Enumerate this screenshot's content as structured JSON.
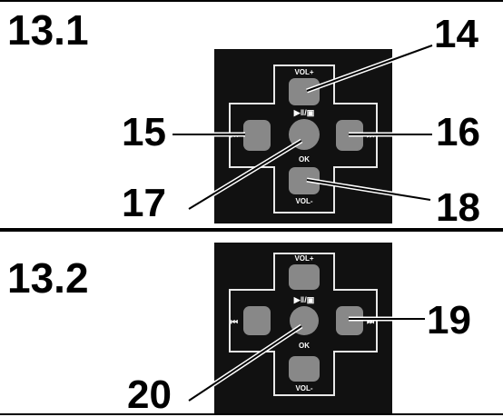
{
  "panels": [
    {
      "section_label": "13.1",
      "callouts": {
        "c14": "14",
        "c15": "15",
        "c16": "16",
        "c17": "17",
        "c18": "18"
      },
      "pad": {
        "vol_up": "VOL+",
        "vol_down": "VOL-",
        "play": "▶‖/▣",
        "ok": "OK",
        "prev": "⏮",
        "next": "⏭"
      }
    },
    {
      "section_label": "13.2",
      "callouts": {
        "c19": "19",
        "c20": "20"
      },
      "pad": {
        "vol_up": "VOL+",
        "vol_down": "VOL-",
        "play": "▶‖/▣",
        "ok": "OK",
        "prev": "⏮",
        "next": "⏭"
      }
    }
  ]
}
